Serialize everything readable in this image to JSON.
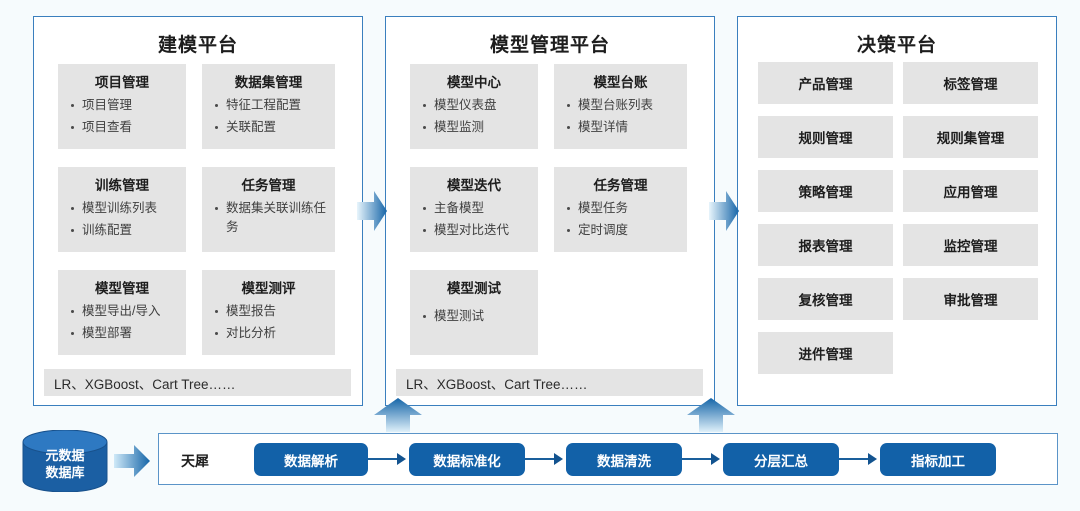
{
  "panels": [
    {
      "id": "modeling",
      "title": "建模平台",
      "cards": [
        {
          "title": "项目管理",
          "items": [
            "项目管理",
            "项目查看"
          ]
        },
        {
          "title": "数据集管理",
          "items": [
            "特征工程配置",
            "关联配置"
          ]
        },
        {
          "title": "训练管理",
          "items": [
            "模型训练列表",
            "训练配置"
          ]
        },
        {
          "title": "任务管理",
          "items": [
            "数据集关联训练任务"
          ]
        },
        {
          "title": "模型管理",
          "items": [
            "模型导出/导入",
            "模型部署"
          ]
        },
        {
          "title": "模型测评",
          "items": [
            "模型报告",
            "对比分析"
          ]
        }
      ],
      "algorithms": "LR、XGBoost、Cart Tree……"
    },
    {
      "id": "model-management",
      "title": "模型管理平台",
      "cards": [
        {
          "title": "模型中心",
          "items": [
            "模型仪表盘",
            "模型监测"
          ]
        },
        {
          "title": "模型台账",
          "items": [
            "模型台账列表",
            "模型详情"
          ]
        },
        {
          "title": "模型迭代",
          "items": [
            "主备模型",
            "模型对比迭代"
          ]
        },
        {
          "title": "任务管理",
          "items": [
            "模型任务",
            "定时调度"
          ]
        },
        {
          "title": "模型测试",
          "items": [
            "模型测试"
          ]
        }
      ],
      "algorithms": "LR、XGBoost、Cart Tree……"
    },
    {
      "id": "decision",
      "title": "决策平台",
      "buttons": [
        "产品管理",
        "标签管理",
        "规则管理",
        "规则集管理",
        "策略管理",
        "应用管理",
        "报表管理",
        "监控管理",
        "复核管理",
        "审批管理",
        "进件管理"
      ]
    }
  ],
  "pipeline": {
    "database": {
      "line1": "元数据",
      "line2": "数据库"
    },
    "label": "天犀",
    "steps": [
      "数据解析",
      "数据标准化",
      "数据清洗",
      "分层汇总",
      "指标加工"
    ]
  },
  "colors": {
    "panel_border": "#3a7fbe",
    "card_gray": "#e4e4e4",
    "pipeline_step": "#1261a8",
    "arrow_dark": "#1565a8",
    "arrow_light": "#d6ecf8",
    "background": "#f6fbfd"
  }
}
